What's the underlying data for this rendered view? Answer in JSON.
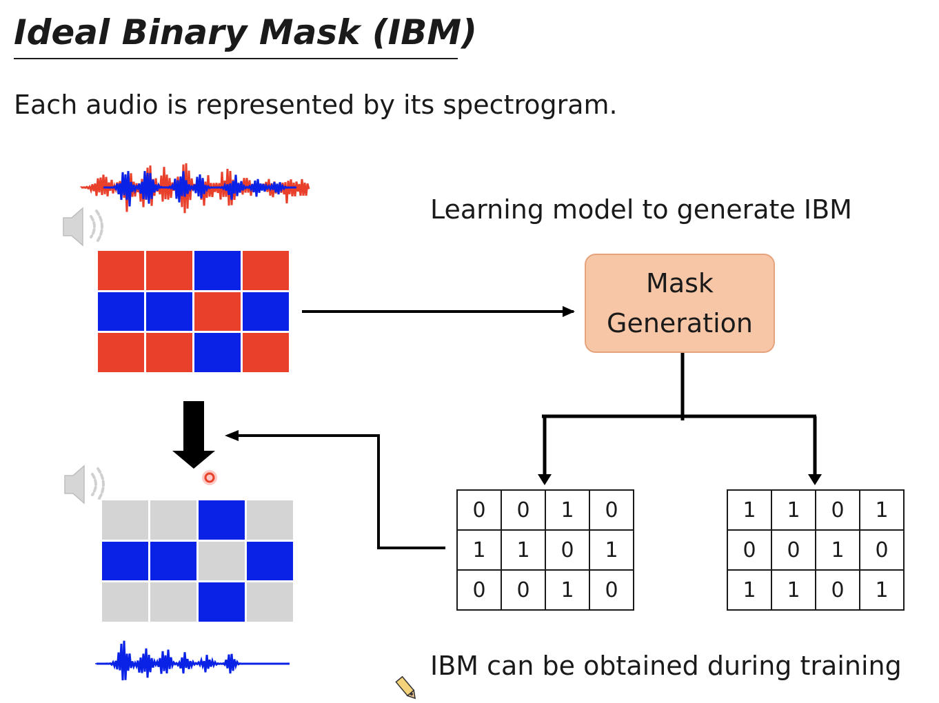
{
  "slide": {
    "title": "Ideal Binary Mask (IBM)",
    "subtitle": "Each audio is represented by its spectrogram.",
    "caption_top": "Learning model to generate IBM",
    "caption_bottom": "IBM can be obtained during training"
  },
  "mask_generation": {
    "line1": "Mask",
    "line2": "Generation"
  },
  "colors": {
    "red": "#e8402a",
    "blue": "#0a22e6",
    "gray": "#d4d4d4",
    "mask_fill": "#f6c6a6"
  },
  "spectrogram_top": [
    [
      "red",
      "red",
      "blue",
      "red"
    ],
    [
      "blue",
      "blue",
      "red",
      "blue"
    ],
    [
      "red",
      "red",
      "blue",
      "red"
    ]
  ],
  "spectrogram_bottom": [
    [
      "gray",
      "gray",
      "blue",
      "gray"
    ],
    [
      "blue",
      "blue",
      "gray",
      "blue"
    ],
    [
      "gray",
      "gray",
      "blue",
      "gray"
    ]
  ],
  "mask_left": [
    [
      "0",
      "0",
      "1",
      "0"
    ],
    [
      "1",
      "1",
      "0",
      "1"
    ],
    [
      "0",
      "0",
      "1",
      "0"
    ]
  ],
  "mask_right": [
    [
      "1",
      "1",
      "0",
      "1"
    ],
    [
      "0",
      "0",
      "1",
      "0"
    ],
    [
      "1",
      "1",
      "0",
      "1"
    ]
  ],
  "icons": [
    "speaker-icon",
    "speaker-icon",
    "pencil-cursor-icon"
  ]
}
